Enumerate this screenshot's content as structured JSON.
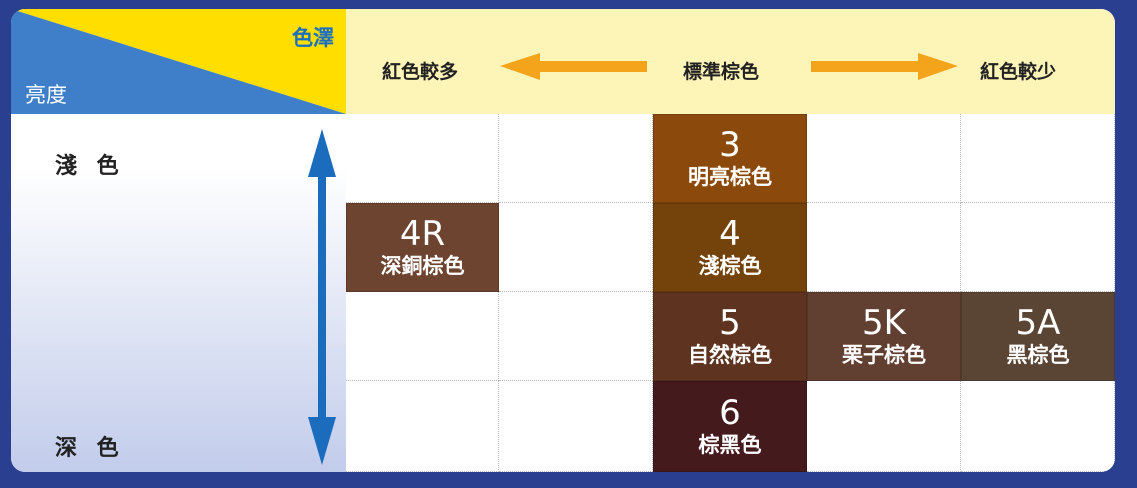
{
  "corner": {
    "hue_label": "色澤",
    "brightness_label": "亮度",
    "colors": {
      "blue": "#3f7fc9",
      "yellow": "#ffde00"
    }
  },
  "header": {
    "more_red": "紅色較多",
    "standard": "標準棕色",
    "less_red": "紅色較少",
    "arrow_color": "#f3a41a"
  },
  "levels": {
    "light": "淺 色",
    "deep": "深 色",
    "arrow_color": "#1b6cbd"
  },
  "swatches": [
    {
      "code": "3",
      "name": "明亮棕色",
      "row": 0,
      "col": 2,
      "color": "#8b4a0b"
    },
    {
      "code": "4R",
      "name": "深銅棕色",
      "row": 1,
      "col": 0,
      "color": "#6d4430"
    },
    {
      "code": "4",
      "name": "淺棕色",
      "row": 1,
      "col": 2,
      "color": "#74420b"
    },
    {
      "code": "5",
      "name": "自然棕色",
      "row": 2,
      "col": 2,
      "color": "#5e3420"
    },
    {
      "code": "5K",
      "name": "栗子棕色",
      "row": 2,
      "col": 3,
      "color": "#613f31"
    },
    {
      "code": "5A",
      "name": "黑棕色",
      "row": 2,
      "col": 4,
      "color": "#5a4535"
    },
    {
      "code": "6",
      "name": "棕黑色",
      "row": 3,
      "col": 2,
      "color": "#441a1c"
    }
  ]
}
